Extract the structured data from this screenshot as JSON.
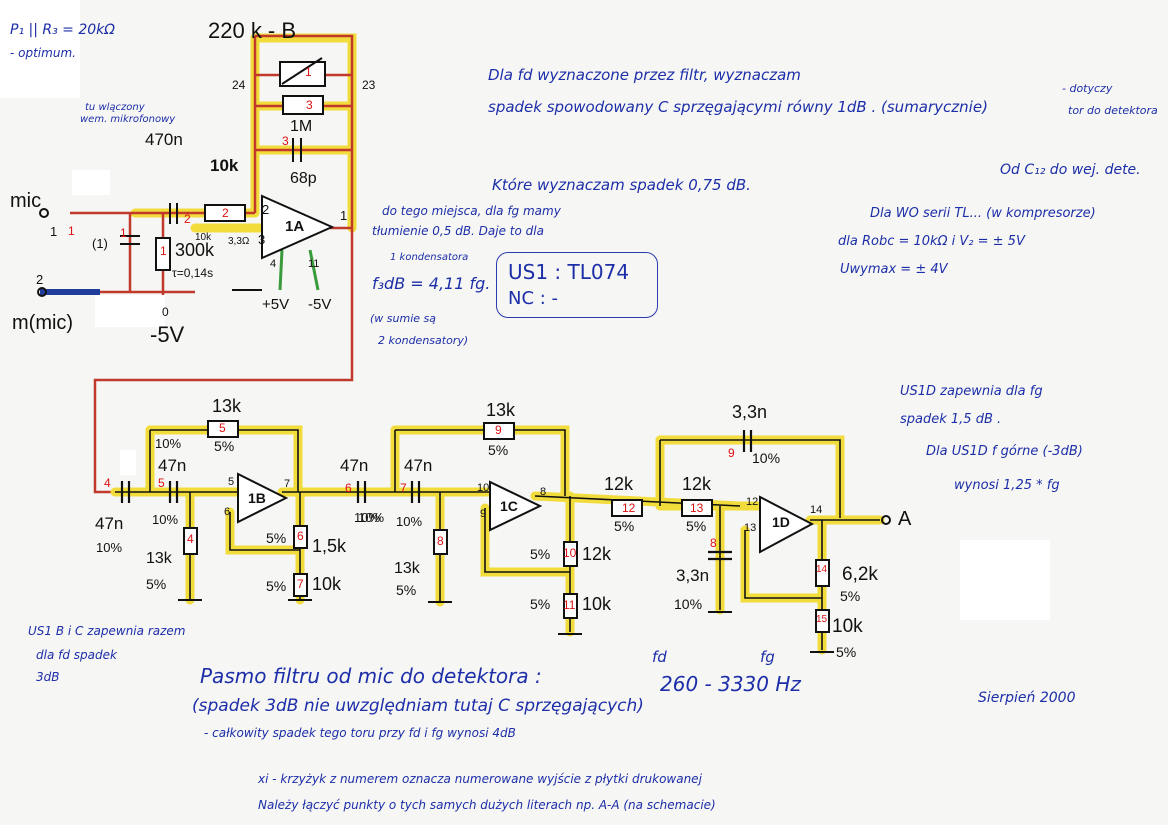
{
  "header_note": [
    "P₁ || R₃ = 20kΩ",
    "- optimum."
  ],
  "mic_note": [
    "tu wlączony",
    "wem. mikrofonowy"
  ],
  "stage1": {
    "top_resistor": "220 k - B",
    "pin24": "24",
    "pin23": "23",
    "r1m": "1M",
    "c68p": "68p",
    "r10k": "10k",
    "c470n": "470n",
    "r300k": "300k",
    "tau": "τ=0,14s",
    "pin_labels": [
      "2",
      "3",
      "1",
      "4",
      "11"
    ],
    "r1": "1",
    "r2": "2",
    "r3": "3",
    "opamp": "1A",
    "supply": [
      "+5V",
      "-5V"
    ],
    "r10k_small": "10k",
    "r330k": "3,3Ω",
    "mic_label": "mic",
    "mic_minus": "m(mic)",
    "mic_pin1": "1",
    "mic_pin2": "2",
    "num1": "(1)",
    "neg5v": "-5V",
    "num_1s": [
      "1",
      "1",
      "1"
    ],
    "num_2": "2",
    "num_0": "0"
  },
  "stage1_note": [
    "do tego miejsca, dla fg mamy",
    "tłumienie 0,5 dB. Daje to dla",
    "1 kondensatora",
    "f₃dB = 4,11 fg.",
    "(w sumie są",
    "2 kondensatory)"
  ],
  "chip_box": [
    "US1 : TL074",
    "NC : -"
  ],
  "right_notes": {
    "fd": [
      "Dla fd wyznaczone przez filtr, wyznaczam",
      "spadek spowodowany C sprzęgającymi równy  1dB . (sumarycznie)",
      "- dotyczy",
      "tor do detektora"
    ],
    "fg": "Które wyznaczam spadek 0,75 dB.",
    "od": "Od C₁₂ do wej. dete.",
    "wo": [
      "Dla WO serii TL... (w kompresorze)",
      "dla Robc = 10kΩ i V₂ = ± 5V",
      "Uwymax = ± 4V"
    ]
  },
  "stage2": {
    "c47n_a": "47n",
    "c47n_b": "47n",
    "pct": [
      "10%",
      "10%",
      "10%",
      "10%"
    ],
    "r13k_top": "13k",
    "r13k_bot": "13k",
    "p5": "5%",
    "r15k": "1,5k",
    "r10k": "10k",
    "opamp": "1B",
    "pins": [
      "5",
      "6",
      "7"
    ],
    "reds": [
      "4",
      "5",
      "5",
      "4",
      "6",
      "7"
    ],
    "pct5": [
      "5%",
      "5%",
      "5%",
      "5%"
    ]
  },
  "stage3": {
    "c47n_a": "47n",
    "c47n_b": "47n",
    "r13k_top": "13k",
    "r13k_bot": "13k",
    "r12k": "12k",
    "r10k": "10k",
    "opamp": "1C",
    "pins": [
      "10",
      "9",
      "8"
    ],
    "reds": [
      "6",
      "7",
      "9",
      "8",
      "10",
      "11"
    ],
    "pct": [
      "10%",
      "10%",
      "5%",
      "5%",
      "5%",
      "5%",
      "5%"
    ]
  },
  "stage4": {
    "c33n_top": "3,3n",
    "c33n_bot": "3,3n",
    "r12k_a": "12k",
    "r12k_b": "12k",
    "r62k": "6,2k",
    "r10k": "10k",
    "opamp": "1D",
    "pins": [
      "12",
      "13",
      "14"
    ],
    "reds": [
      "9",
      "12",
      "13",
      "8",
      "14",
      "15"
    ],
    "pct": [
      "10%",
      "5%",
      "5%",
      "10%",
      "5%",
      "5%"
    ],
    "out": "A"
  },
  "us1d_note": [
    "US1D zapewnia dla fg",
    "spadek 1,5 dB .",
    "Dla US1D   f górne (-3dB)",
    "wynosi 1,25 * fg"
  ],
  "us1bc_note": [
    "US1 B i C zapewnia razem",
    "dla fd spadek",
    "3dB"
  ],
  "bottom": {
    "band_title": "Pasmo filtru od mic do detektora :",
    "band_value": "260 - 3330 Hz",
    "fd": "fd",
    "fg": "fg",
    "line2": "(spadek 3dB nie uwzględniam tutaj C sprzęgających)",
    "line3": "- całkowity spadek tego toru przy fd i fg wynosi 4dB",
    "date": "Sierpień 2000",
    "legend1": "xi - krzyżyk z numerem oznacza numerowane wyjście z płytki drukowanej",
    "legend2": "Należy łączyć punkty o tych samych dużych literach np. A-A (na schemacie)"
  },
  "colors": {
    "ink": "#1c2ea8",
    "wire": "#c0392b",
    "trace": "#f2dc3c",
    "green": "#3a9b3a",
    "label": "#d11"
  }
}
